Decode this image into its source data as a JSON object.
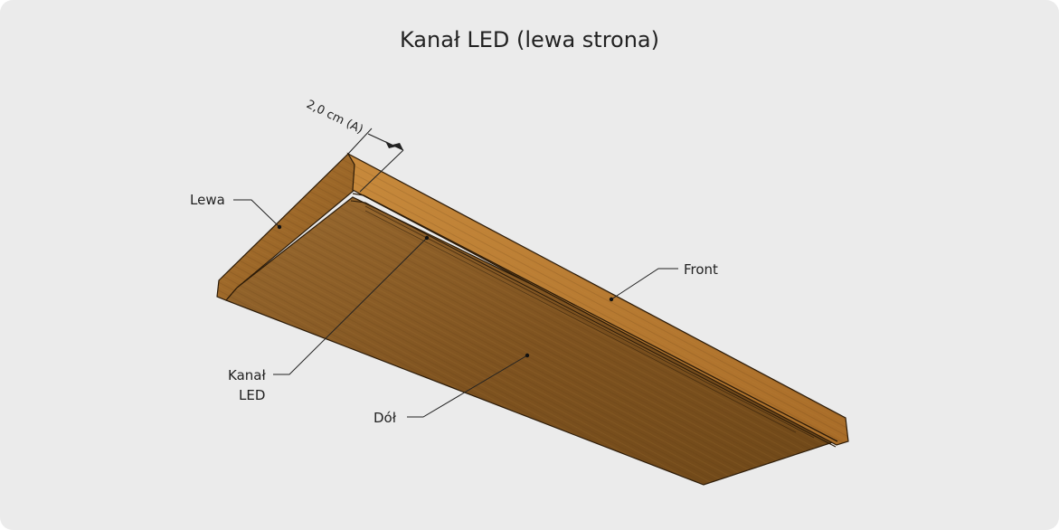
{
  "title": "Kanał LED (lewa strona)",
  "dimension": {
    "label": "2,0 cm (A)"
  },
  "labels": {
    "left": "Lewa",
    "front": "Front",
    "channel_line1": "Kanał",
    "channel_line2": "LED",
    "bottom": "Dół"
  },
  "colors": {
    "background": "#ebebeb",
    "wood_bottom": "#8a5a22",
    "wood_front": "#b87a30",
    "wood_left": "#a36a28",
    "outline": "#2a1a08"
  }
}
